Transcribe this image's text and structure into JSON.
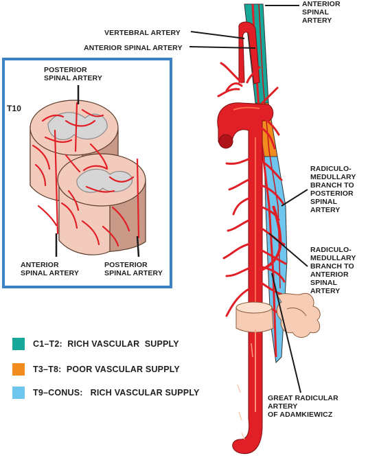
{
  "labels": {
    "anterior_spinal_top": "ANTERIOR\nSPINAL\nARTERY",
    "vertebral_artery": "VERTEBRAL ARTERY",
    "anterior_spinal_artery": "ANTERIOR SPINAL ARTERY",
    "radiculo_posterior": "RADICULO-\nMEDULLARY\nBRANCH TO\nPOSTERIOR\nSPINAL ARTERY",
    "radiculo_anterior": "RADICULO-\nMEDULLARY\nBRANCH TO\nANTERIOR\nSPINAL ARTERY",
    "adamkiewicz": "GREAT RADICULAR ARTERY\nOF ADAMKIEWICZ"
  },
  "inset": {
    "level": "T10",
    "posterior_top": "POSTERIOR\nSPINAL ARTERY",
    "anterior_bottom": "ANTERIOR\nSPINAL ARTERY",
    "posterior_bottom": "POSTERIOR\nSPINAL ARTERY"
  },
  "legend": [
    {
      "label": "C1–T2:  RICH VASCULAR  SUPPLY",
      "color": "#17a89a"
    },
    {
      "label": "T3–T8:  POOR VASCULAR SUPPLY",
      "color": "#f28c1e"
    },
    {
      "label": "T9–CONUS:   RICH VASCULAR SUPPLY",
      "color": "#6ec6ee"
    }
  ],
  "colors": {
    "artery": "#e01f26",
    "bone": "#f6cdb4",
    "inset_border": "#3b82c4",
    "cord_tissue": "#f3cbbd"
  }
}
